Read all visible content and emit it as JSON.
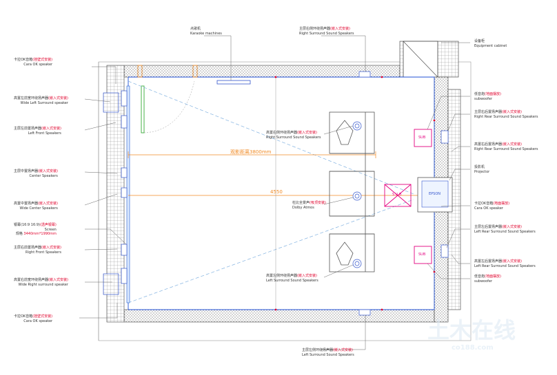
{
  "labels": {
    "karaoke": {
      "cn": "点歌机",
      "en": "Karaoke machines"
    },
    "right_surround_top": {
      "cn": "主层右侧环绕扬声器",
      "note": "(嵌入式安装)",
      "en": "Right Surround Sound Speakers"
    },
    "equipment_cabinet": {
      "cn": "设备柜",
      "en": "Equipment cabinet"
    },
    "ok_speaker_top_left": {
      "cn": "卡拉OK音箱",
      "note": "(挂壁式安装)",
      "en": "Cara OK speaker"
    },
    "wide_left_surround": {
      "cn": "高置左前宽环绕扬声器",
      "note": "(嵌入式安装)",
      "en": "Wide Left Surround speaker"
    },
    "left_front": {
      "cn": "主层左前置扬声器",
      "note": "(嵌入式安装)",
      "en": "Left Front Speakers"
    },
    "center": {
      "cn": "主层中置扬声器",
      "note": "(嵌入式安装)",
      "en": "Center Speakers"
    },
    "wide_center": {
      "cn": "高置中置扬声器",
      "note": "(嵌入式安装)",
      "en": "Wide Center Speakers"
    },
    "screen": {
      "cn": "银幕(16:9 16:9)",
      "note": "(透声银幕)",
      "en": "Screen",
      "size_cn": "规格",
      "size": "3440mm*1990mm"
    },
    "right_front": {
      "cn": "主层右前置扬声器",
      "note": "(嵌入式安装)",
      "en": "Right Front Speakers"
    },
    "wide_right_surround": {
      "cn": "高置右前宽环绕扬声器",
      "note": "(嵌入式安装)",
      "en": "Wide Right surround speaker"
    },
    "ok_speaker_bottom_left": {
      "cn": "卡拉OK音箱",
      "note": "(挂壁式安装)",
      "en": "Cara OK speaker"
    },
    "left_surround_bottom": {
      "cn": "主层左侧环绕扬声器",
      "note": "(嵌入式安装)",
      "en": "Left Surround Sound Speakers"
    },
    "subwoofer_top": {
      "cn": "低音炮",
      "note": "(地面摆放)",
      "en": "subwoofer"
    },
    "right_rear": {
      "cn": "主层右后置扬声器",
      "note": "(嵌入式安装)",
      "en": "Right Rear Surround Sound Speakers"
    },
    "high_right_rear": {
      "cn": "高置右后置扬声器",
      "note": "(嵌入式安装)",
      "en": "Right Rear Surround Sound Speakers"
    },
    "projector": {
      "cn": "投影机",
      "en": "Projector"
    },
    "ok_speaker_right": {
      "cn": "卡拉OK音箱",
      "note": "(地面摆放)",
      "en": "Cara OK speaker"
    },
    "left_rear": {
      "cn": "主层左后置扬声器",
      "note": "(嵌入式安装)",
      "en": "Left Rear Surround Sound Speakers"
    },
    "high_left_rear": {
      "cn": "高置左后置扬声器",
      "note": "(嵌入式安装)",
      "en": "Left Rear Surround Sound Speakers"
    },
    "subwoofer_bottom": {
      "cn": "低音炮",
      "note": "(地面摆放)",
      "en": "subwoofer"
    },
    "high_right_surround": {
      "cn": "高置右侧环绕扬声器",
      "note": "(嵌入式安装)",
      "en": "Right Surround Sound Speakers"
    },
    "dolby_atmos": {
      "cn": "杜比全景声",
      "note": "(吸顶安装)",
      "en": "Dolby Atmos"
    },
    "high_left_surround": {
      "cn": "高置左侧环绕扬声器",
      "note": "(嵌入式安装)",
      "en": "Left Surround Sound Speakers"
    }
  },
  "dimensions": {
    "viewing_distance": "观影距离3800mm",
    "room_length": "4550"
  },
  "equipment_marks": {
    "sub_upper": "SUB",
    "sub_lower": "SUB",
    "sub_center": "S U B",
    "projector_mark": "EPSON"
  },
  "watermark": {
    "main": "土木在线",
    "sub": "co188.com"
  },
  "colors": {
    "wall": "#555555",
    "interior_line": "#1f4fd6",
    "dimension": "#f08a24",
    "sightline": "#7fb0e0",
    "speaker": "#3355cc",
    "sub": "#e4007f",
    "red_note": "#e0002b",
    "door": "#33aa33"
  }
}
